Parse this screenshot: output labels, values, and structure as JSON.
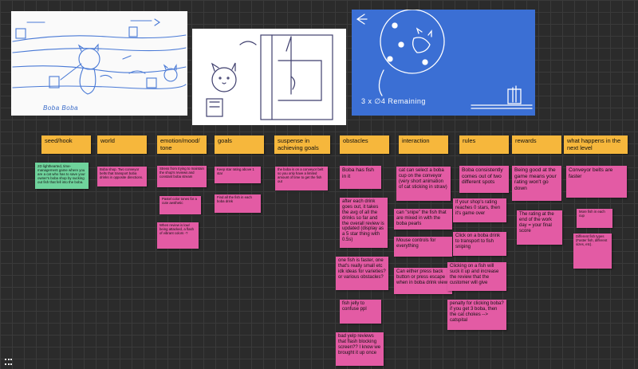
{
  "sketches": {
    "sketch1_caption": "Boba Boba",
    "sketch3_remaining": "3 x ∅4 Remaining"
  },
  "headers": [
    "seed/hook",
    "world",
    "emotion/mood/ tone",
    "goals",
    "suspense in achieving goals",
    "obstacles",
    "interaction",
    "rules",
    "rewards",
    "what happens in the next level"
  ],
  "notes": {
    "seed": "2D lighthearted, time-management game where you are a cat who has to save your owner's boba shop by sucking out fish that fell into the boba.",
    "world": "Boba shop. Two conveyor belts that transport boba drinks in opposite directions.",
    "emotion_1": "Stress from trying to maintain the shop's reviews and constant boba stream",
    "emotion_2": "Pastel color tones for a cute aesthetic",
    "emotion_3": "When review is low/ being attacked, a flash of vibrant colors -?",
    "goals_1": "Keep star rating above 1 star",
    "goals_2": "Find all the fish in each boba drink",
    "suspense_1": "the boba is on a conveyor belt so you only have a limited amount of time to get the fish out",
    "obstacles_1": "Boba has fish in it",
    "obstacles_2": "after each drink goes out, it takes the avg of all the drinks so far and the overall review is updated (display as a 5 star thing with 0.5s)",
    "obstacles_3": "one fish is faster, one that's really small etc idk ideas for varieties? or various obstacles?",
    "obstacles_4": "fish jelly to confuse ppl",
    "obstacles_5": "bad yelp reviews that flash blocking screen?? I know we brought it up once",
    "interaction_1": "cat can select a boba cup on the conveyor (very short animation of cat sticking in straw)",
    "interaction_2": "can \"snipe\" the fish that are mixed in with the boba pearls",
    "interaction_3": "Mouse controls for everything",
    "interaction_4": "Can either press back button or press escape when in boba drink view",
    "rules_1": "Boba consistently comes out of two different spots",
    "rules_2": "If your shop's rating reaches 0 stars, then it's game over",
    "rules_3": "Click on a boba drink to transport to fish sniping",
    "rules_4": "Clicking on a fish will suck it up and increase the review that the customer will give",
    "rules_5": "penalty for clicking boba? if you get 3 boba, then the cat chokes --> catspital",
    "rewards_1": "Being good at the game means your rating won't go down",
    "rewards_2": "The rating at the end of the work day = your final score",
    "next_1": "Conveyor belts are faster",
    "next_2": "More fish in each cup",
    "next_3": "Different fish types (Faster fish, different sizes, etc)."
  },
  "colors": {
    "board_bg": "#2b2b2b",
    "header_note": "#f6b73c",
    "pink_note": "#e35ba4",
    "green_note": "#6fd39c",
    "sketch_blue_bg": "#3b6fd4"
  }
}
